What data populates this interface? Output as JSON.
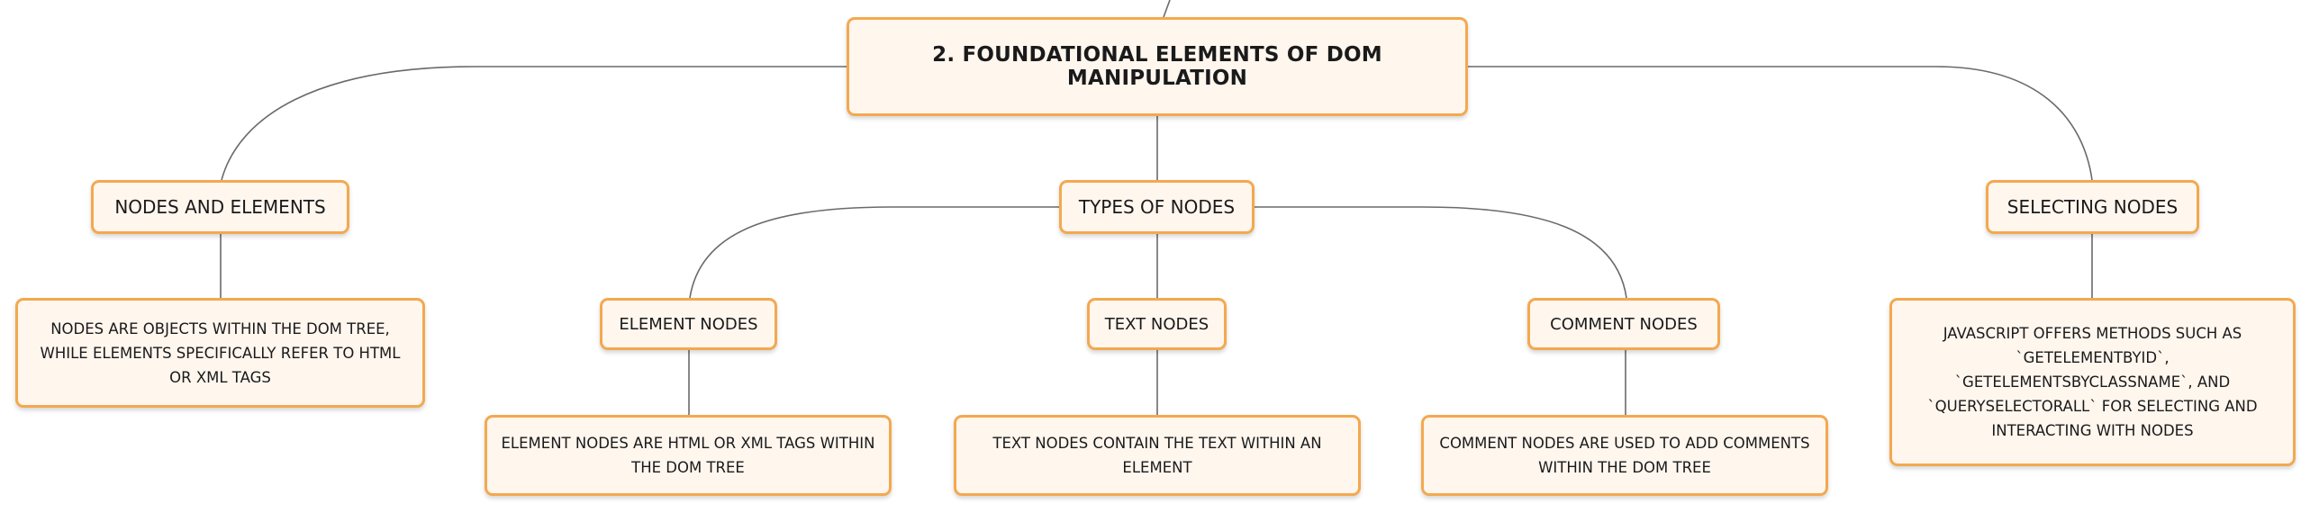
{
  "root": {
    "label": "2. FOUNDATIONAL ELEMENTS OF DOM MANIPULATION"
  },
  "branches": {
    "nodes_and_elements": {
      "label": "NODES AND ELEMENTS",
      "detail": "NODES ARE OBJECTS WITHIN THE DOM TREE, WHILE ELEMENTS SPECIFICALLY REFER TO HTML OR XML TAGS"
    },
    "types_of_nodes": {
      "label": "TYPES OF NODES",
      "children": {
        "element_nodes": {
          "label": "ELEMENT NODES",
          "detail": "ELEMENT NODES ARE HTML OR XML TAGS WITHIN THE DOM TREE"
        },
        "text_nodes": {
          "label": "TEXT NODES",
          "detail": "TEXT NODES CONTAIN THE TEXT WITHIN AN ELEMENT"
        },
        "comment_nodes": {
          "label": "COMMENT NODES",
          "detail": "COMMENT NODES ARE USED TO ADD COMMENTS WITHIN THE DOM TREE"
        }
      }
    },
    "selecting_nodes": {
      "label": "SELECTING NODES",
      "detail": "JAVASCRIPT OFFERS METHODS SUCH AS `GETELEMENTBYID`, `GETELEMENTSBYCLASSNAME`, AND `QUERYSELECTORALL` FOR SELECTING AND INTERACTING WITH NODES"
    }
  },
  "colors": {
    "node_border": "#f3a94f",
    "node_fill": "#fff6ee",
    "connector": "#6a6a6a"
  }
}
